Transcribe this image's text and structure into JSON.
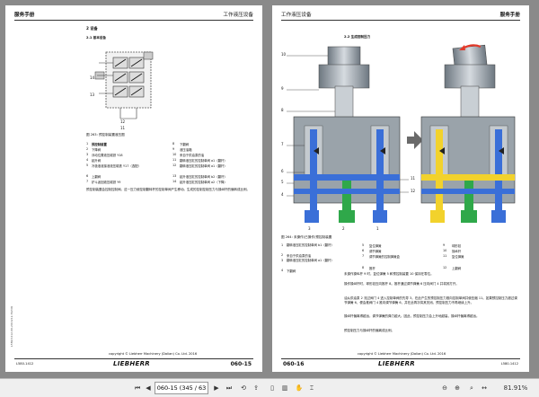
{
  "header": {
    "left_title": "服务手册",
    "left_right": "工作液压设备",
    "right_left": "工作液压设备",
    "right_right": "服务手册"
  },
  "left_page": {
    "section": "2 设备",
    "subsection": "2.1 基本设备",
    "figure_caption": "图 263: 预控制装置液压图",
    "legend": [
      {
        "n": "1",
        "text": "预控制装置"
      },
      {
        "n": "2",
        "text": "下降阀"
      },
      {
        "n": "3",
        "text": "浮动位置液压磁铁 Y18"
      },
      {
        "n": "4",
        "text": "起升阀"
      },
      {
        "n": "5",
        "text": "冷极液液接液液压磁铁 Y17（选配）"
      },
      {
        "n": "6",
        "text": "上翻阀"
      },
      {
        "n": "7",
        "text": "铲斗返回液压磁铁 Y9"
      },
      {
        "n": "8",
        "text": "下翻阀"
      },
      {
        "n": "9",
        "text": "液压油箱"
      },
      {
        "n": "10",
        "text": "来自于供油泵的油"
      },
      {
        "n": "11",
        "text": "翻转液压缸的控制单阀 a1（翻杆）"
      },
      {
        "n": "12",
        "text": "翻转液压缸的控制单阀 a1（翻杆）"
      },
      {
        "n": "13",
        "text": "起升液压缸的控制单阀 b2（翻杆）"
      },
      {
        "n": "14",
        "text": "起升液压缸的控制单阀 a2（下降）"
      }
    ],
    "paragraph": "预控制装置会控制控制阀。这一压力使控制翻转杆的控制单阀产生移动。生成的控制控制压力与操纵杆的偏转成比例。",
    "callouts": [
      "14",
      "13",
      "12",
      "11"
    ],
    "footer_copyright": "copyright © Liebherr Machinery (Dalian) Co. Ltd. 2016",
    "footer_code": "L580-1412",
    "brand": "LIEBHERR",
    "page_number": "060-15",
    "side_text": "L580/1412-00-2016/12-50/CN"
  },
  "right_page": {
    "section": "2.2 生成控制压力",
    "figure_caption": "图 264: 未操作(已操作)预控制装置",
    "legend": [
      {
        "n": "1",
        "text": "翻转液压缸的控制单阀 b1（翻杆）"
      },
      {
        "n": "2",
        "text": "来自于供油泵的油"
      },
      {
        "n": "3",
        "text": "翻转液压缸的控制单阀 a1（翻杆）"
      },
      {
        "n": "4",
        "text": "下翻阀"
      },
      {
        "n": "5",
        "text": "复位弹簧"
      },
      {
        "n": "6",
        "text": "调节弹簧"
      },
      {
        "n": "7",
        "text": "调节弹簧的控制弹簧盒"
      },
      {
        "n": "8",
        "text": "推杆"
      },
      {
        "n": "9",
        "text": "球形铰"
      },
      {
        "n": "10",
        "text": "操纵杆"
      },
      {
        "n": "11",
        "text": "复位弹簧"
      },
      {
        "n": "12",
        "text": "上翻阀"
      }
    ],
    "paragraphs": [
      "未操作操纵杆 9 时，复位弹簧 5 和预控制装置 10 保持在零位。",
      "操作操纵杆时，球形铰压向推杆 8。推杆通过调节弹簧 6 压向阀门 4 并将其打开。",
      "油从供油泵 2 流过阀门 4 进入控制单阀的先导 3。在此产生的预控制压力推向控制单阀并使压缩 11。如果预控制压力超过调节弹簧 6，便会推阀门 4 推向调节弹簧 6，并在此再次将其关闭。预控制压力不再继续上升。",
      "操纵杆偏离得越远，调节弹簧的弹力越大。因此，预控制压力会上升地越高，操纵杆偏离得越远。",
      "预控制压力与操纵杆的偏离成比例。"
    ],
    "callouts_left": [
      "10",
      "9",
      "8",
      "7",
      "6",
      "5",
      "4"
    ],
    "callouts_right": [
      "11",
      "12"
    ],
    "callouts_bottom": [
      "3",
      "2",
      "1"
    ],
    "footer_copyright": "copyright © Liebherr Machinery (Dalian) Co. Ltd. 2016",
    "footer_code": "L580-1412",
    "brand": "LIEBHERR",
    "page_number": "060-16"
  },
  "viewer": {
    "page_field": "060-15 (345 / 63",
    "zoom": "81.91%",
    "colors": {
      "blue": "#3a6fd8",
      "green": "#2fa84a",
      "yellow": "#f2d22c",
      "red": "#e23a2a",
      "steel": "#9ea8b0"
    }
  }
}
